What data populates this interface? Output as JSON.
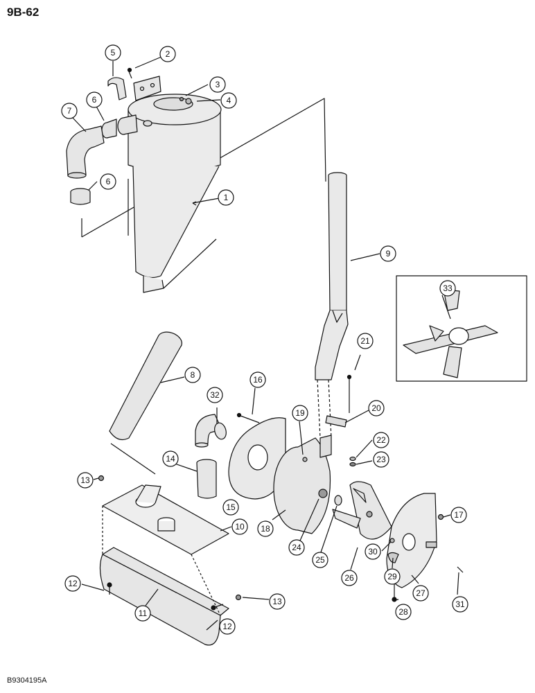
{
  "page": {
    "label": "9B-62",
    "code": "B9304195A"
  },
  "callouts": [
    "1",
    "2",
    "3",
    "4",
    "5",
    "6",
    "6",
    "7",
    "8",
    "9",
    "10",
    "11",
    "12",
    "12",
    "13",
    "13",
    "14",
    "15",
    "16",
    "17",
    "18",
    "19",
    "20",
    "21",
    "22",
    "23",
    "24",
    "25",
    "26",
    "27",
    "28",
    "29",
    "30",
    "31",
    "32",
    "33"
  ],
  "colors": {
    "line": "#111111",
    "fill": "#e6e6e6",
    "fill_dark": "#cfcfcf",
    "background": "#ffffff"
  }
}
